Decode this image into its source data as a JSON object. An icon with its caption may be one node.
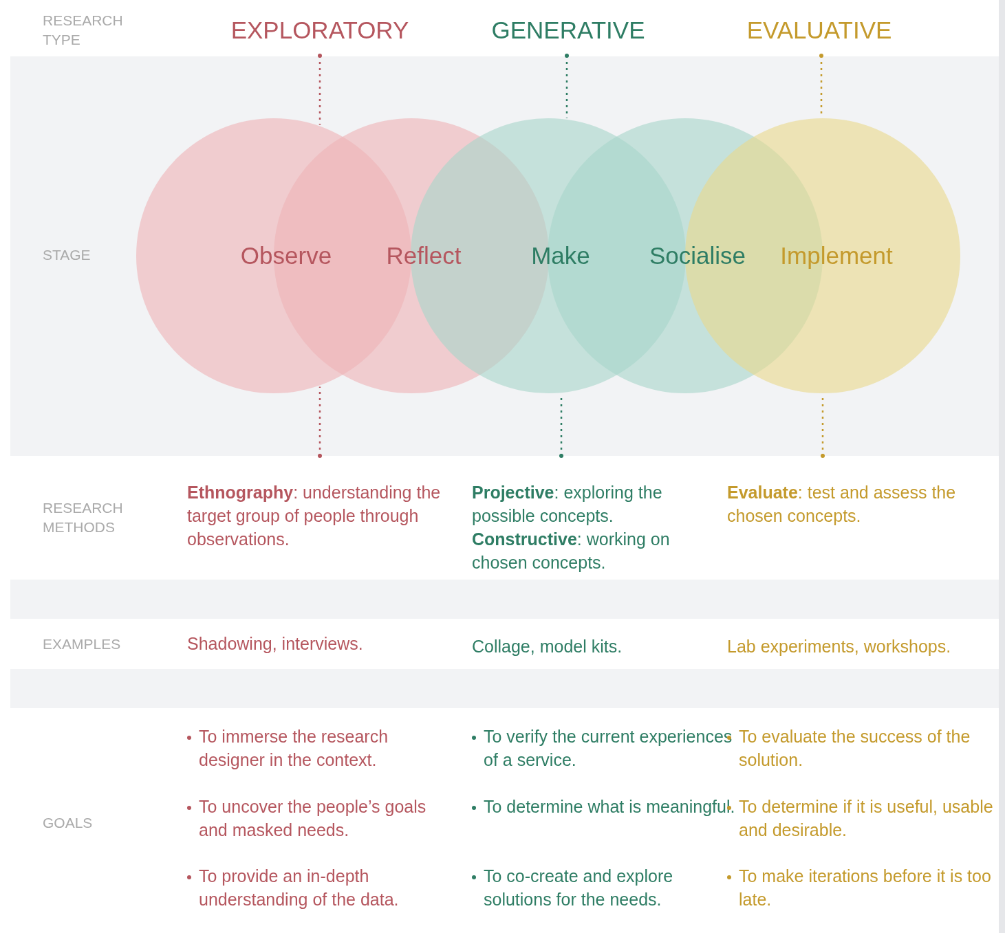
{
  "diagram": {
    "nodes": [
      {
        "text": [
          "EXPLORATORY"
        ]
      },
      {
        "text": [
          "GENERATIVE"
        ]
      },
      {
        "text": [
          "EVALUATIVE"
        ]
      },
      {
        "text": [
          "Observe"
        ]
      },
      {
        "text": [
          "Reflect"
        ]
      },
      {
        "text": [
          "Make"
        ]
      },
      {
        "text": [
          "Socialise"
        ]
      },
      {
        "text": [
          "Implement"
        ]
      },
      {
        "text": [
          "**Ethnography**: understanding the target group of people through observations."
        ]
      },
      {
        "text": [
          "**Projective**: exploring the possible concepts.",
          "**Constructive**: working on chosen concepts."
        ]
      },
      {
        "text": [
          "**Evaluate**: test and assess the chosen concepts."
        ]
      }
    ],
    "edges": [
      {
        "from": 0,
        "to": 3,
        "arrow": "other",
        "style": "dashed",
        "color": "#b5565e"
      },
      {
        "from": 8,
        "to": 3,
        "arrow": "other",
        "style": "dashed",
        "color": "#b5565e"
      },
      {
        "from": 1,
        "to": 5,
        "arrow": "other",
        "style": "dashed",
        "color": "#2e7d64"
      },
      {
        "from": 9,
        "to": 5,
        "arrow": "other",
        "style": "dashed",
        "color": "#2e7d64"
      },
      {
        "from": 2,
        "to": 7,
        "arrow": "other",
        "style": "dashed",
        "color": "#c49a2c"
      },
      {
        "from": 10,
        "to": 7,
        "arrow": "other",
        "style": "dashed",
        "color": "#c49a2c"
      }
    ],
    "labels": [
      "RESEARCH TYPE",
      "STAGE",
      "RESEARCH METHODS",
      "EXAMPLES",
      "Shadowing, interviews.",
      "Collage, model kits.",
      "Lab experiments, workshops.",
      "GOALS",
      "To immerse the research designer in the context.",
      "To verify the current experiences of a service.",
      "To evaluate the success of the solution.",
      "To uncover the people’s goals and masked needs.",
      "To determine what is meaningful.",
      "To determine if it is useful, usable and desirable.",
      "To provide an in-depth understanding of the data.",
      "To co-create and explore solutions for the needs.",
      "To make iterations before it is too late."
    ]
  }
}
